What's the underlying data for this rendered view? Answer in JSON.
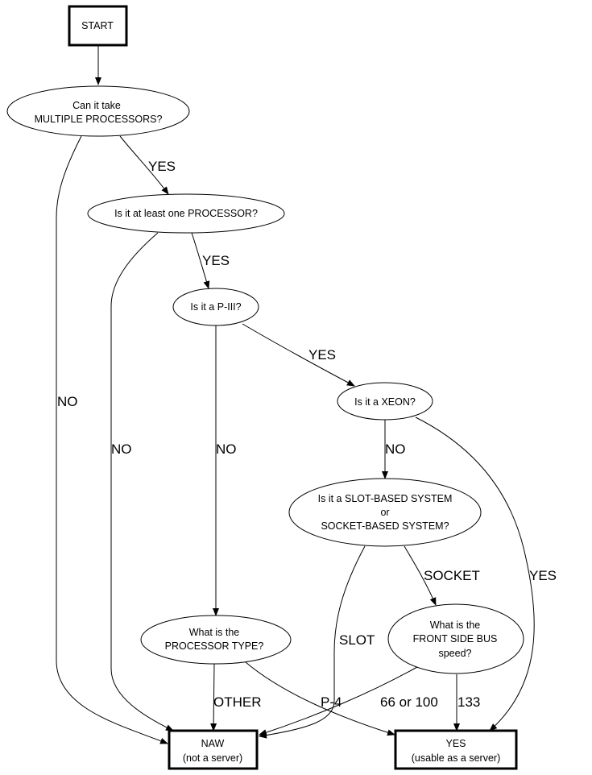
{
  "diagram": {
    "type": "flowchart",
    "nodes": {
      "start": {
        "lines": [
          "START"
        ],
        "shape": "box"
      },
      "multi": {
        "lines": [
          "Can it take",
          "MULTIPLE PROCESSORS?"
        ],
        "shape": "ellipse"
      },
      "atleast": {
        "lines": [
          "Is it at least one PROCESSOR?"
        ],
        "shape": "ellipse"
      },
      "p3": {
        "lines": [
          "Is it a P-III?"
        ],
        "shape": "ellipse"
      },
      "xeon": {
        "lines": [
          "Is it a XEON?"
        ],
        "shape": "ellipse"
      },
      "slot": {
        "lines": [
          "Is it a SLOT-BASED SYSTEM",
          "or",
          "SOCKET-BASED SYSTEM?"
        ],
        "shape": "ellipse"
      },
      "proctype": {
        "lines": [
          "What is the",
          "PROCESSOR TYPE?"
        ],
        "shape": "ellipse"
      },
      "fsb": {
        "lines": [
          "What is the",
          "FRONT SIDE BUS",
          "speed?"
        ],
        "shape": "ellipse"
      },
      "naw": {
        "lines": [
          "NAW",
          "(not a server)"
        ],
        "shape": "box"
      },
      "yes": {
        "lines": [
          "YES",
          "(usable as a server)"
        ],
        "shape": "box"
      }
    },
    "edges": [
      {
        "from": "start",
        "to": "multi",
        "label": ""
      },
      {
        "from": "multi",
        "to": "atleast",
        "label": "YES"
      },
      {
        "from": "multi",
        "to": "naw",
        "label": "NO"
      },
      {
        "from": "atleast",
        "to": "p3",
        "label": "YES"
      },
      {
        "from": "atleast",
        "to": "naw",
        "label": "NO"
      },
      {
        "from": "p3",
        "to": "xeon",
        "label": "YES"
      },
      {
        "from": "p3",
        "to": "proctype",
        "label": "NO"
      },
      {
        "from": "xeon",
        "to": "slot",
        "label": "NO"
      },
      {
        "from": "xeon",
        "to": "yes",
        "label": "YES"
      },
      {
        "from": "slot",
        "to": "fsb",
        "label": "SOCKET"
      },
      {
        "from": "slot",
        "to": "naw",
        "label": "SLOT"
      },
      {
        "from": "proctype",
        "to": "naw",
        "label": "OTHER"
      },
      {
        "from": "proctype",
        "to": "yes",
        "label": "P-4"
      },
      {
        "from": "fsb",
        "to": "naw",
        "label": "66 or 100"
      },
      {
        "from": "fsb",
        "to": "yes",
        "label": "133"
      }
    ]
  }
}
